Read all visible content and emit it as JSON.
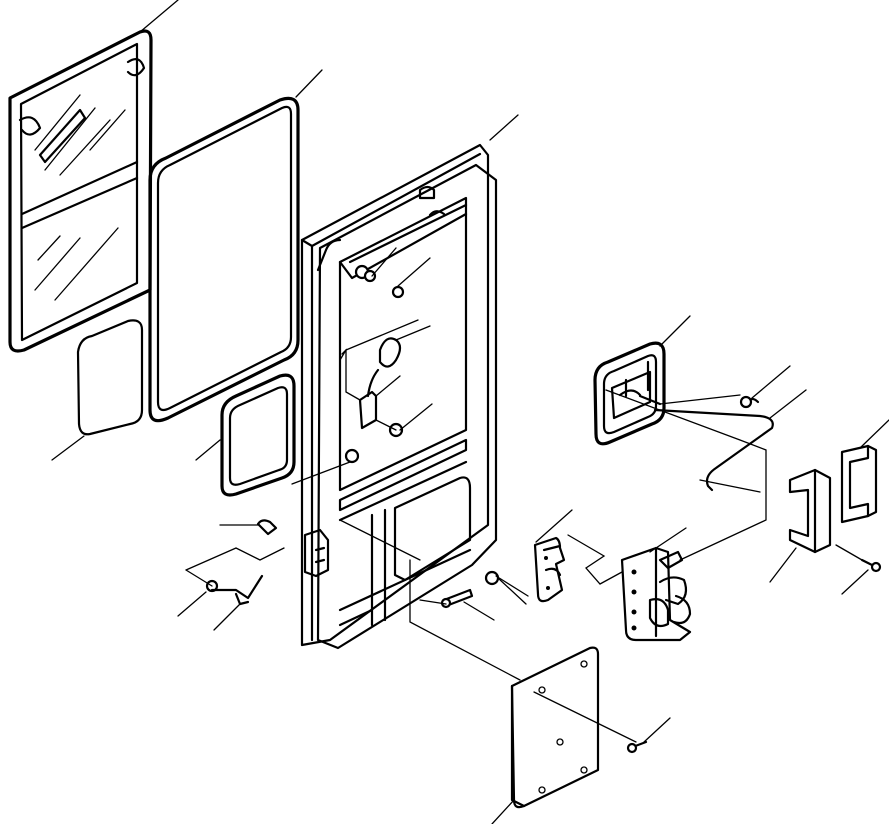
{
  "diagram": {
    "kind": "exploded-parts-view",
    "subject": "cab-door-assembly",
    "line_color": "#000000",
    "background": "#ffffff",
    "callout_count": 24,
    "parts": [
      {
        "id": "window-sash"
      },
      {
        "id": "weatherstrip-seal"
      },
      {
        "id": "small-glass-panel"
      },
      {
        "id": "small-window-seal"
      },
      {
        "id": "door-frame"
      },
      {
        "id": "inner-door-panel"
      },
      {
        "id": "latch-handle-plate"
      },
      {
        "id": "control-rod"
      },
      {
        "id": "door-lock-assembly"
      },
      {
        "id": "striker-bracket"
      },
      {
        "id": "stopper-bracket"
      },
      {
        "id": "rubber-stopper"
      },
      {
        "id": "cover-plate"
      },
      {
        "id": "mounting-bolt"
      },
      {
        "id": "hex-nut"
      },
      {
        "id": "washer"
      },
      {
        "id": "clip"
      },
      {
        "id": "hook-rod"
      }
    ]
  }
}
